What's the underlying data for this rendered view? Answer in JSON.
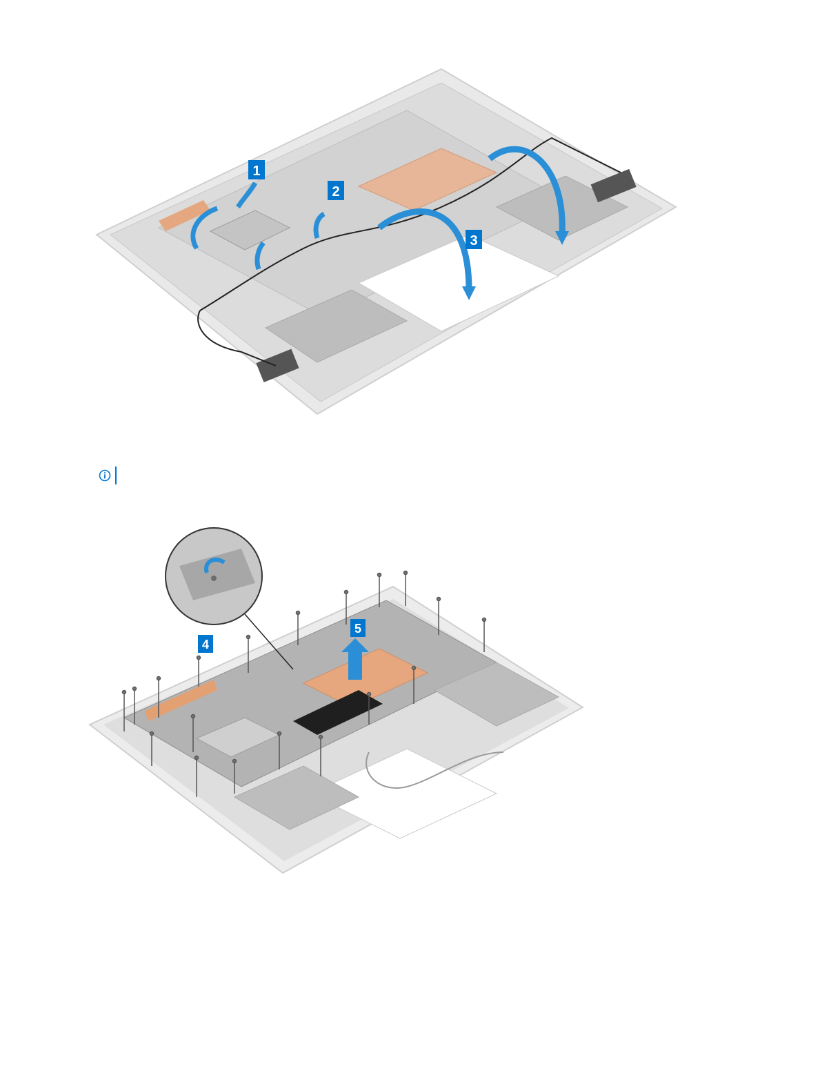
{
  "figure1": {
    "steps": [
      "1",
      "2",
      "3"
    ]
  },
  "note": {
    "icon": "info-icon",
    "text": ""
  },
  "figure2": {
    "steps": [
      "4",
      "5"
    ]
  },
  "colors": {
    "callout_blue": "#0076ce",
    "arrow_blue": "#2a8fd6",
    "copper": "#e39a6d",
    "chassis": "#d9d9d9",
    "metal_plate": "#a9a9a9"
  }
}
